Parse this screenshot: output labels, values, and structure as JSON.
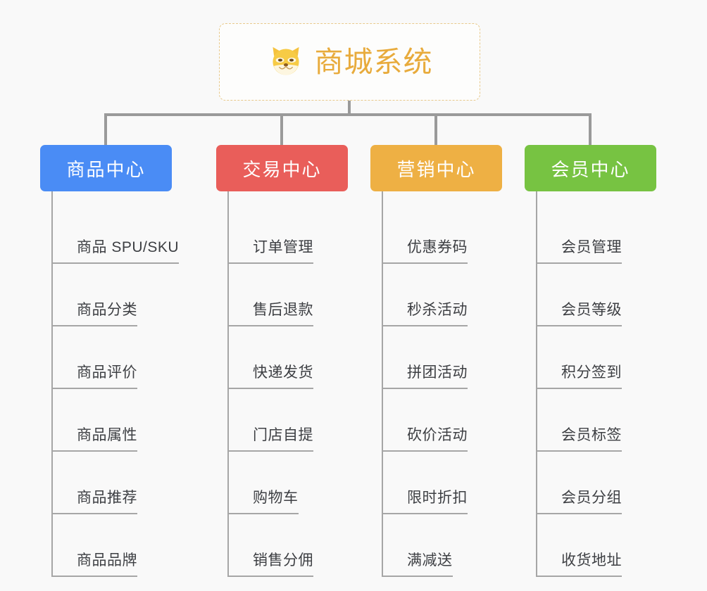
{
  "page": {
    "background_color": "#f9f9f9",
    "type": "organization-mindmap"
  },
  "root": {
    "title": "商城系统",
    "icon": "shiba-dog-face-icon",
    "text_color": "#e8ab3c",
    "border_color": "#e8c98b"
  },
  "columns": [
    {
      "header": "商品中心",
      "color": "#4a8cf5",
      "items": [
        "商品 SPU/SKU",
        "商品分类",
        "商品评价",
        "商品属性",
        "商品推荐",
        "商品品牌"
      ]
    },
    {
      "header": "交易中心",
      "color": "#e95e5a",
      "items": [
        "订单管理",
        "售后退款",
        "快递发货",
        "门店自提",
        "购物车",
        "销售分佣"
      ]
    },
    {
      "header": "营销中心",
      "color": "#eeb044",
      "items": [
        "优惠券码",
        "秒杀活动",
        "拼团活动",
        "砍价活动",
        "限时折扣",
        "满减送"
      ]
    },
    {
      "header": "会员中心",
      "color": "#77c342",
      "items": [
        "会员管理",
        "会员等级",
        "积分签到",
        "会员标签",
        "会员分组",
        "收货地址"
      ]
    }
  ]
}
